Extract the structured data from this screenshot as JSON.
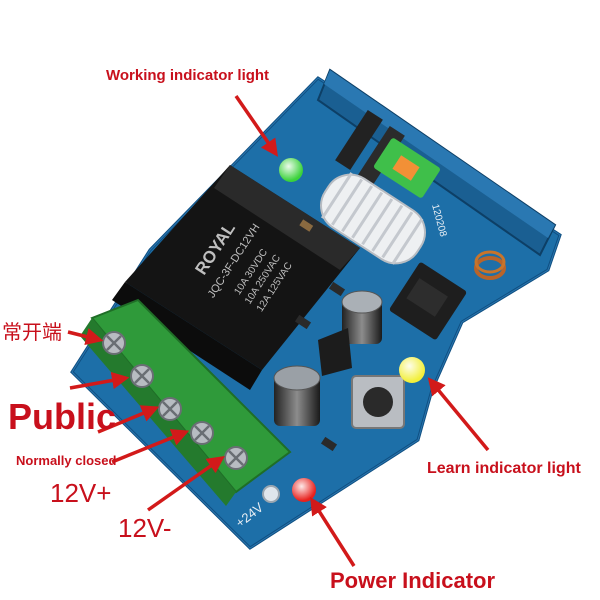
{
  "labels": {
    "working_indicator": "Working indicator light",
    "normally_open": "常开端",
    "public": "Public",
    "normally_closed": "Normally closed",
    "v12_plus": "12V+",
    "v12_minus": "12V-",
    "learn_indicator": "Learn indicator light",
    "power_indicator": "Power Indicator"
  },
  "relay_text": {
    "brand": "ROYAL",
    "model": "JQC-3F-DC12VH",
    "rating_1": "10A 30VDC",
    "rating_2": "10A 250VAC",
    "rating_3": "12A 125VAC"
  },
  "pcb_text": {
    "voltage": "+24V",
    "date_code": "120208"
  },
  "colors": {
    "pcb": "#1d6fa8",
    "relay": "#1b1b1b",
    "terminal_block": "#2f9a3a",
    "annotation": "#c8101c",
    "led_working": "#3ad23a",
    "led_learn": "#f2ef3a",
    "led_power": "#e8201c"
  }
}
